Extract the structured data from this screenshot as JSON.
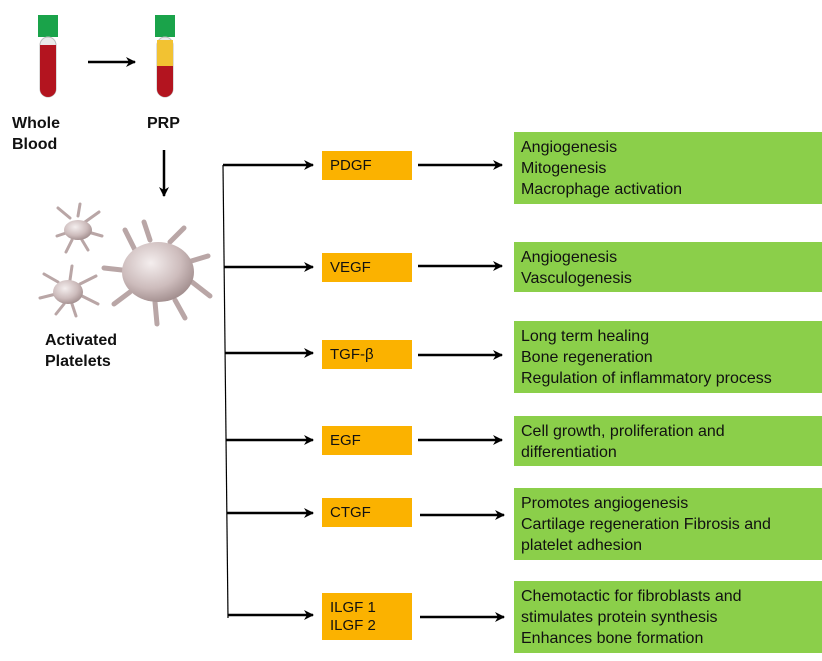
{
  "tubes": {
    "whole_blood_label": [
      "Whole",
      "Blood"
    ],
    "prp_label": "PRP"
  },
  "platelets_label": [
    "Activated",
    "Platelets"
  ],
  "colors": {
    "factor_box": "#fbb200",
    "effect_box": "#8bcf4a",
    "blood": "#b3141f",
    "plasma": "#f2c232",
    "tube_cap": "#1aa34a",
    "arrow": "#000000"
  },
  "icons": [
    "test-tube-icon",
    "platelet-icon"
  ],
  "rows": [
    {
      "factor": [
        "PDGF"
      ],
      "effects": [
        "Angiogenesis",
        "Mitogenesis",
        "Macrophage activation"
      ]
    },
    {
      "factor": [
        "VEGF"
      ],
      "effects": [
        "Angiogenesis",
        "Vasculogenesis"
      ]
    },
    {
      "factor": [
        "TGF-β"
      ],
      "effects": [
        "Long term healing",
        "Bone regeneration",
        "Regulation of inflammatory process"
      ]
    },
    {
      "factor": [
        "EGF"
      ],
      "effects": [
        "Cell growth, proliferation and",
        "differentiation"
      ]
    },
    {
      "factor": [
        "CTGF"
      ],
      "effects": [
        "Promotes angiogenesis",
        "Cartilage regeneration Fibrosis and",
        "platelet adhesion"
      ]
    },
    {
      "factor": [
        "ILGF 1",
        "ILGF 2"
      ],
      "effects": [
        "Chemotactic for fibroblasts and",
        "stimulates protein synthesis",
        "Enhances bone formation"
      ]
    }
  ]
}
